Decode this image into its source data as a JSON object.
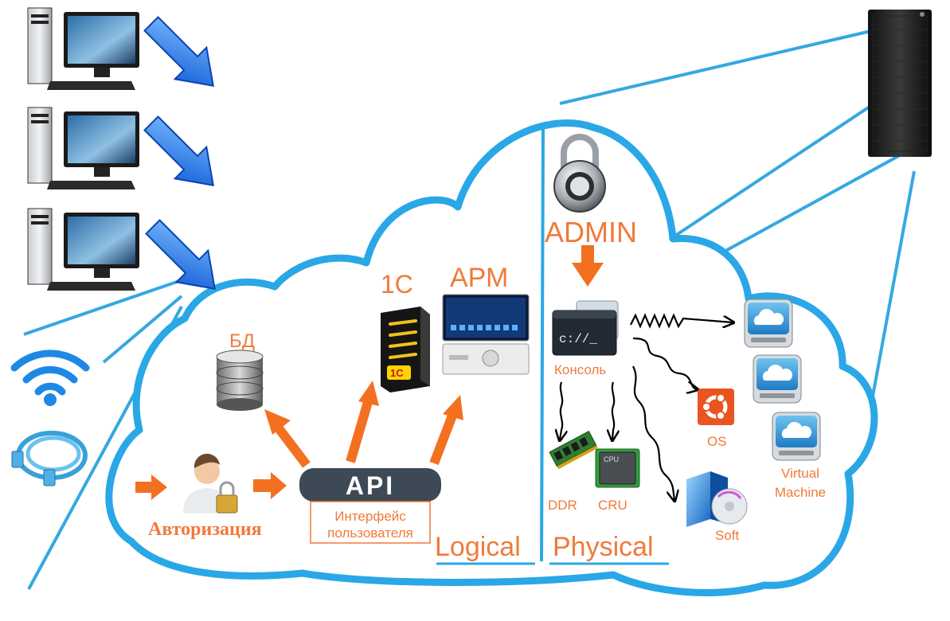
{
  "labels": {
    "db": "БД",
    "one_c": "1С",
    "arm": "АРМ",
    "admin": "ADMIN",
    "console": "Консоль",
    "ddr": "DDR",
    "cru": "CRU",
    "os": "OS",
    "virtual_machine_line1": "Virtual",
    "virtual_machine_line2": "Machine",
    "soft": "Soft",
    "auth": "Авторизация",
    "api": "API",
    "ui_line1": "Интерфейс",
    "ui_line2": "пользователя",
    "logical": "Logical",
    "physical": "Physical",
    "console_prompt": "c://_",
    "cpu_chip": "CPU"
  },
  "colors": {
    "cloud_stroke": "#2aa7e6",
    "accent_orange": "#f37021",
    "label_orange": "#f07a3c",
    "blue_arrow": "#1e6fe0",
    "api_dark": "#3d4a55",
    "line_blue": "#35a8e0"
  }
}
